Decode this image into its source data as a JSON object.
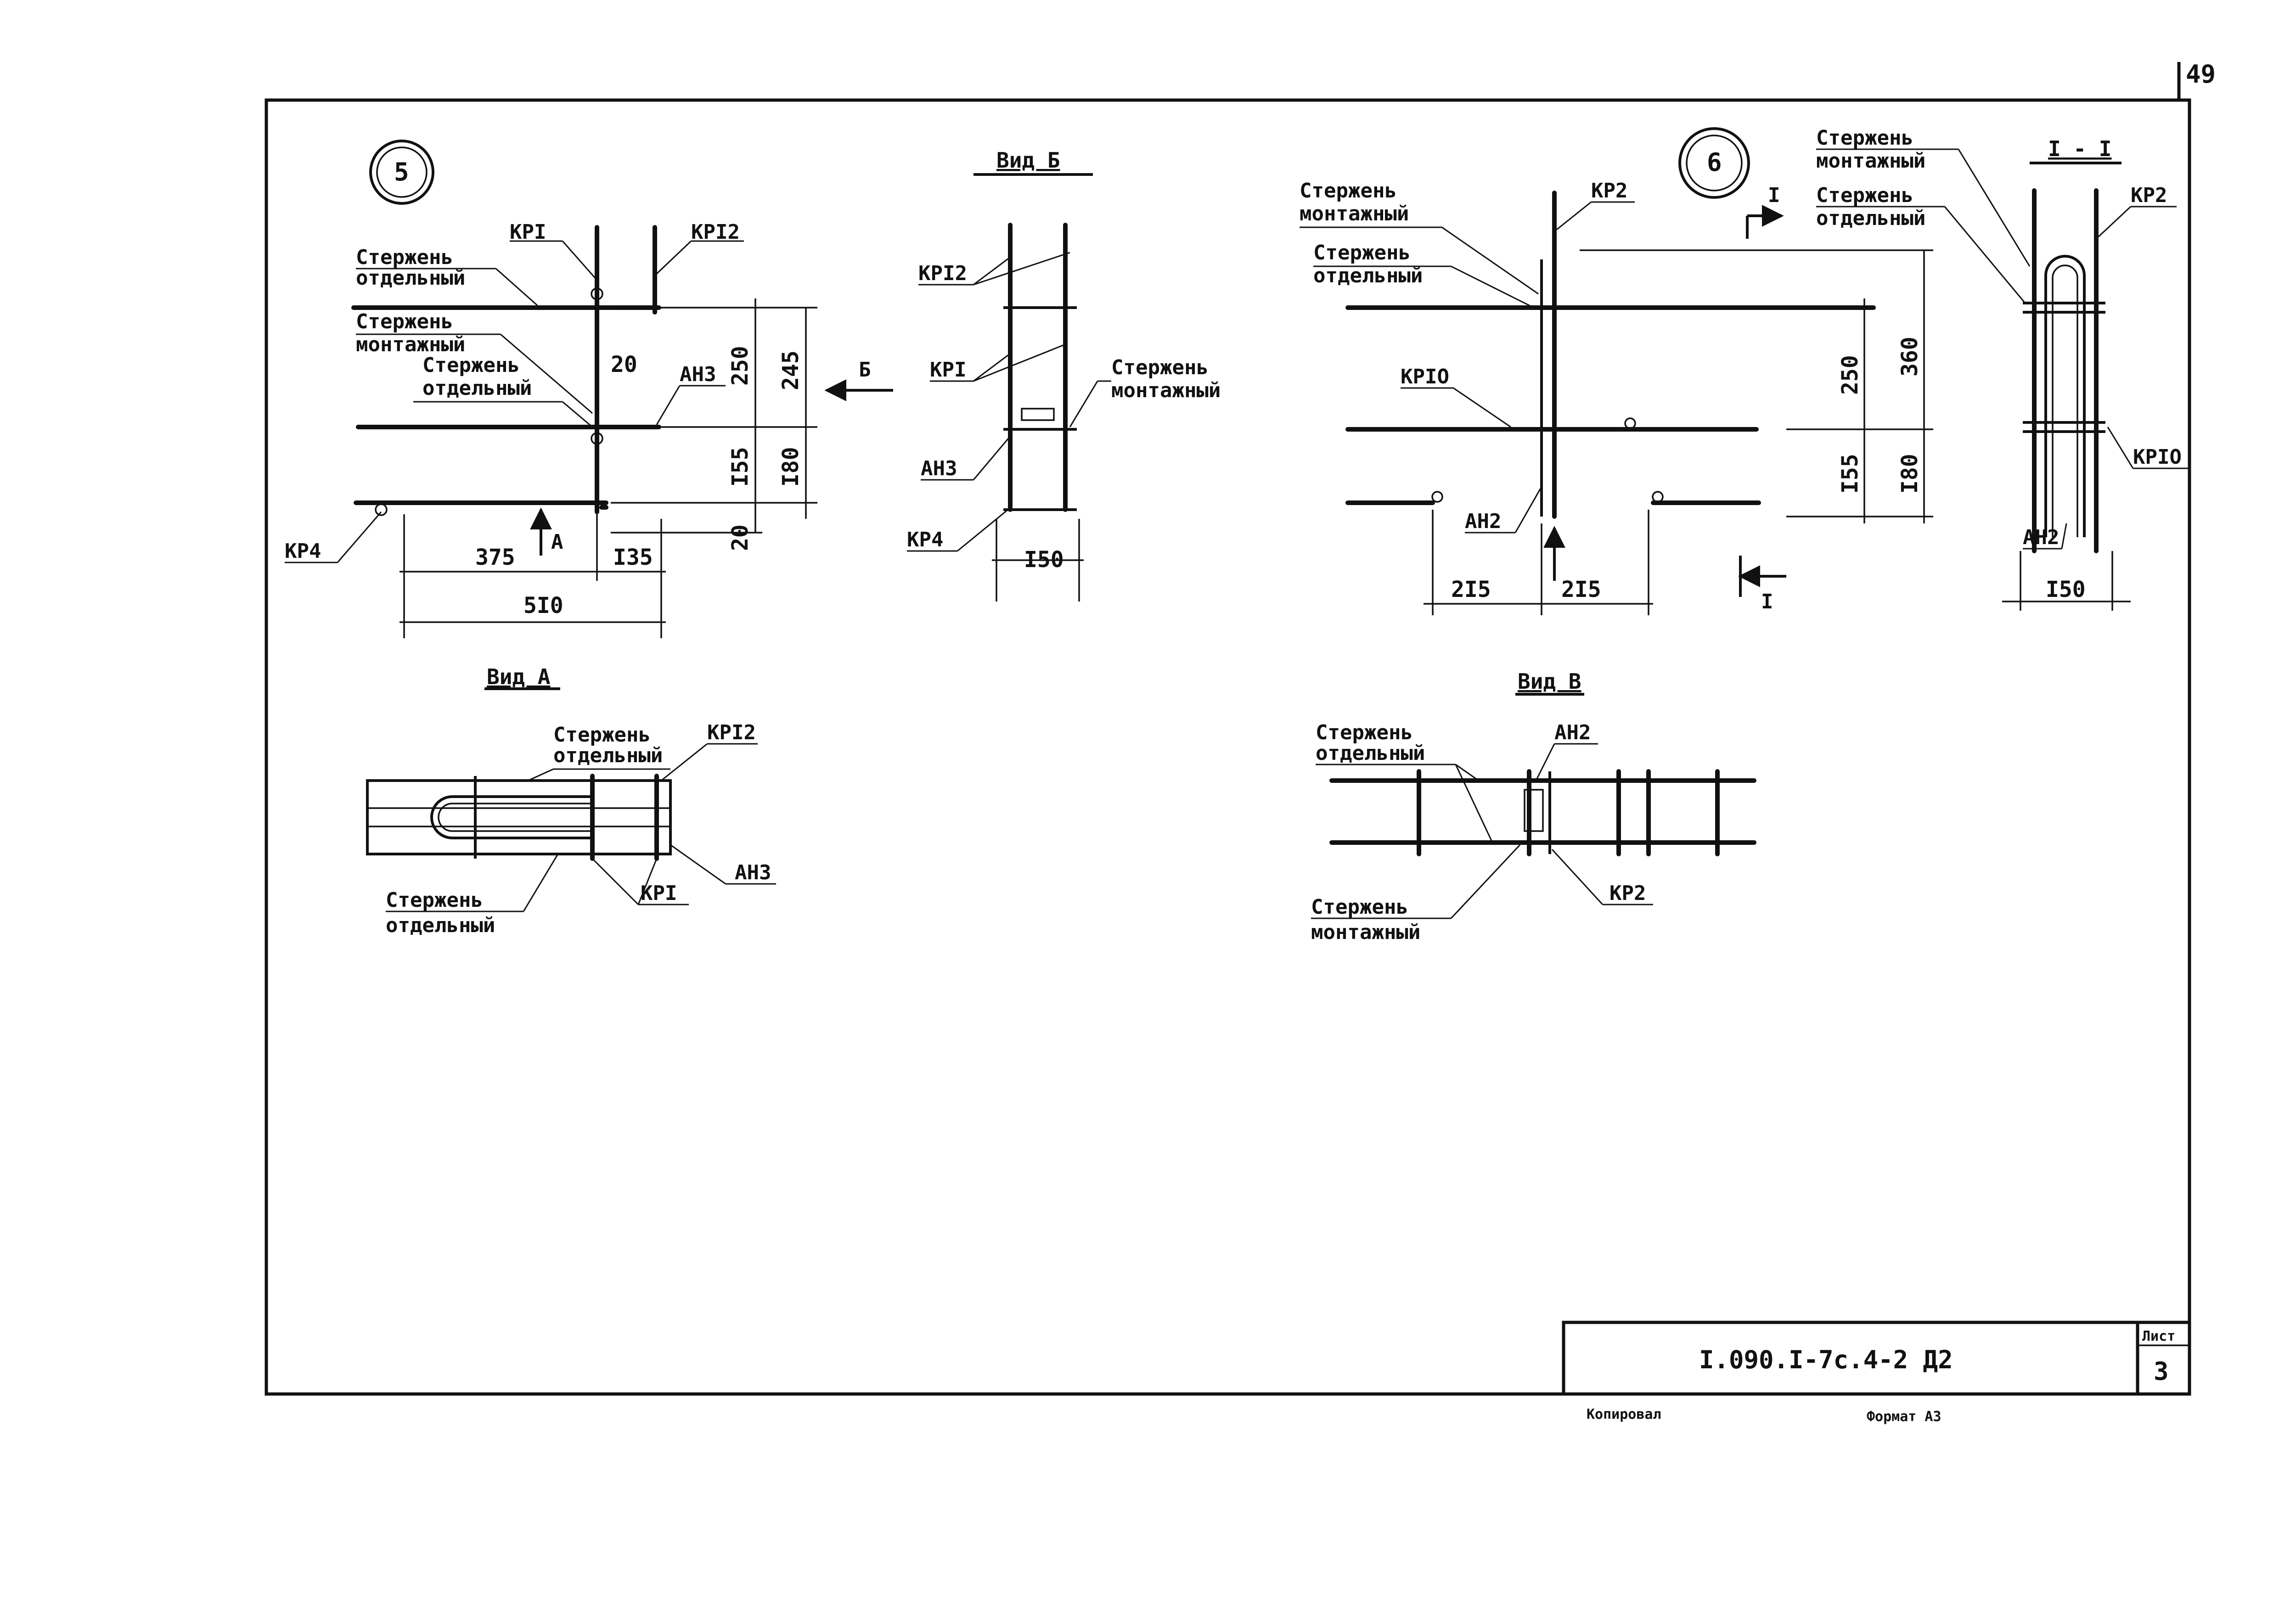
{
  "sheet": {
    "page_number": "49",
    "code": "I.090.I-7с.4-2 Д2",
    "sheet_label": "Лист",
    "sheet_number": "3",
    "copied": "Копировал",
    "format": "Формат А3"
  },
  "node5": {
    "number": "5",
    "labels": {
      "kp1": "КРI",
      "kp12": "КРI2",
      "rod_sep_1a": "Стержень",
      "rod_sep_1b": "отдельный",
      "rod_mount_a": "Стержень",
      "rod_mount_b": "монтажный",
      "rod_sep_2a": "Стержень",
      "rod_sep_2b": "отдельный",
      "an3": "АН3",
      "kp4": "КР4",
      "arrow_a": "А",
      "arrow_b": "Б"
    },
    "dims": {
      "d20a": "20",
      "d250": "250",
      "d245": "245",
      "d155": "I55",
      "d180": "I80",
      "d20b": "20",
      "d375": "375",
      "d135": "I35",
      "d510": "5I0"
    }
  },
  "view_b": {
    "title": "Вид Б",
    "labels": {
      "kp12": "КРI2",
      "kp1": "КРI",
      "rod_a": "Стержень",
      "rod_b": "монтажный",
      "an3": "АН3",
      "kp4": "КР4"
    },
    "dims": {
      "d150": "I50"
    }
  },
  "view_a": {
    "title": "Вид А",
    "labels": {
      "rod_top_a": "Стержень",
      "rod_top_b": "отдельный",
      "kp12": "КРI2",
      "an3": "АН3",
      "kp1": "КРI",
      "rod_bot_a": "Стержень",
      "rod_bot_b": "отдельный"
    }
  },
  "node6": {
    "number": "6",
    "labels": {
      "rod_mount_a": "Стержень",
      "rod_mount_b": "монтажный",
      "rod_sep_a": "Стержень",
      "rod_sep_b": "отдельный",
      "kp2": "КР2",
      "kp10": "КРIO",
      "an2": "АН2",
      "section": "I"
    },
    "dims": {
      "d360": "360",
      "d250": "250",
      "d155": "I55",
      "d180": "I80",
      "d215a": "2I5",
      "d215b": "2I5"
    }
  },
  "section_1": {
    "title": "I - I",
    "labels": {
      "rod_mount_a": "Стержень",
      "rod_mount_b": "монтажный",
      "rod_sep_a": "Стержень",
      "rod_sep_b": "отдельный",
      "kp2": "КР2",
      "kp10": "КРIO",
      "an2": "АН2"
    },
    "dims": {
      "d150": "I50"
    }
  },
  "view_v": {
    "title": "Вид В",
    "labels": {
      "rod_sep_a": "Стержень",
      "rod_sep_b": "отдельный",
      "an2": "АН2",
      "rod_mount_a": "Стержень",
      "rod_mount_b": "монтажный",
      "kp2": "КР2"
    }
  }
}
